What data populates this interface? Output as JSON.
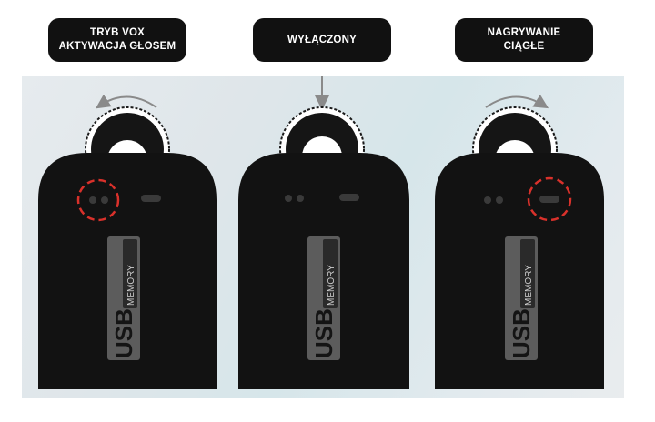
{
  "modes": [
    {
      "label": "TRYB VOX\nAKTYWACJA GŁOSEM",
      "indicator": "left-arrow",
      "highlight": "dots"
    },
    {
      "label": "WYŁĄCZONY",
      "indicator": "down-arrow",
      "highlight": "none"
    },
    {
      "label": "NAGRYWANIE\nCIĄGŁE",
      "indicator": "right-arrow",
      "highlight": "slot"
    }
  ],
  "device_text": {
    "usb": "USB",
    "memory": "MEMORY"
  },
  "colors": {
    "device": "#121212",
    "highlight": "#d9312b",
    "arrow": "#8a8a8a",
    "badge": "#5c5c5c"
  }
}
